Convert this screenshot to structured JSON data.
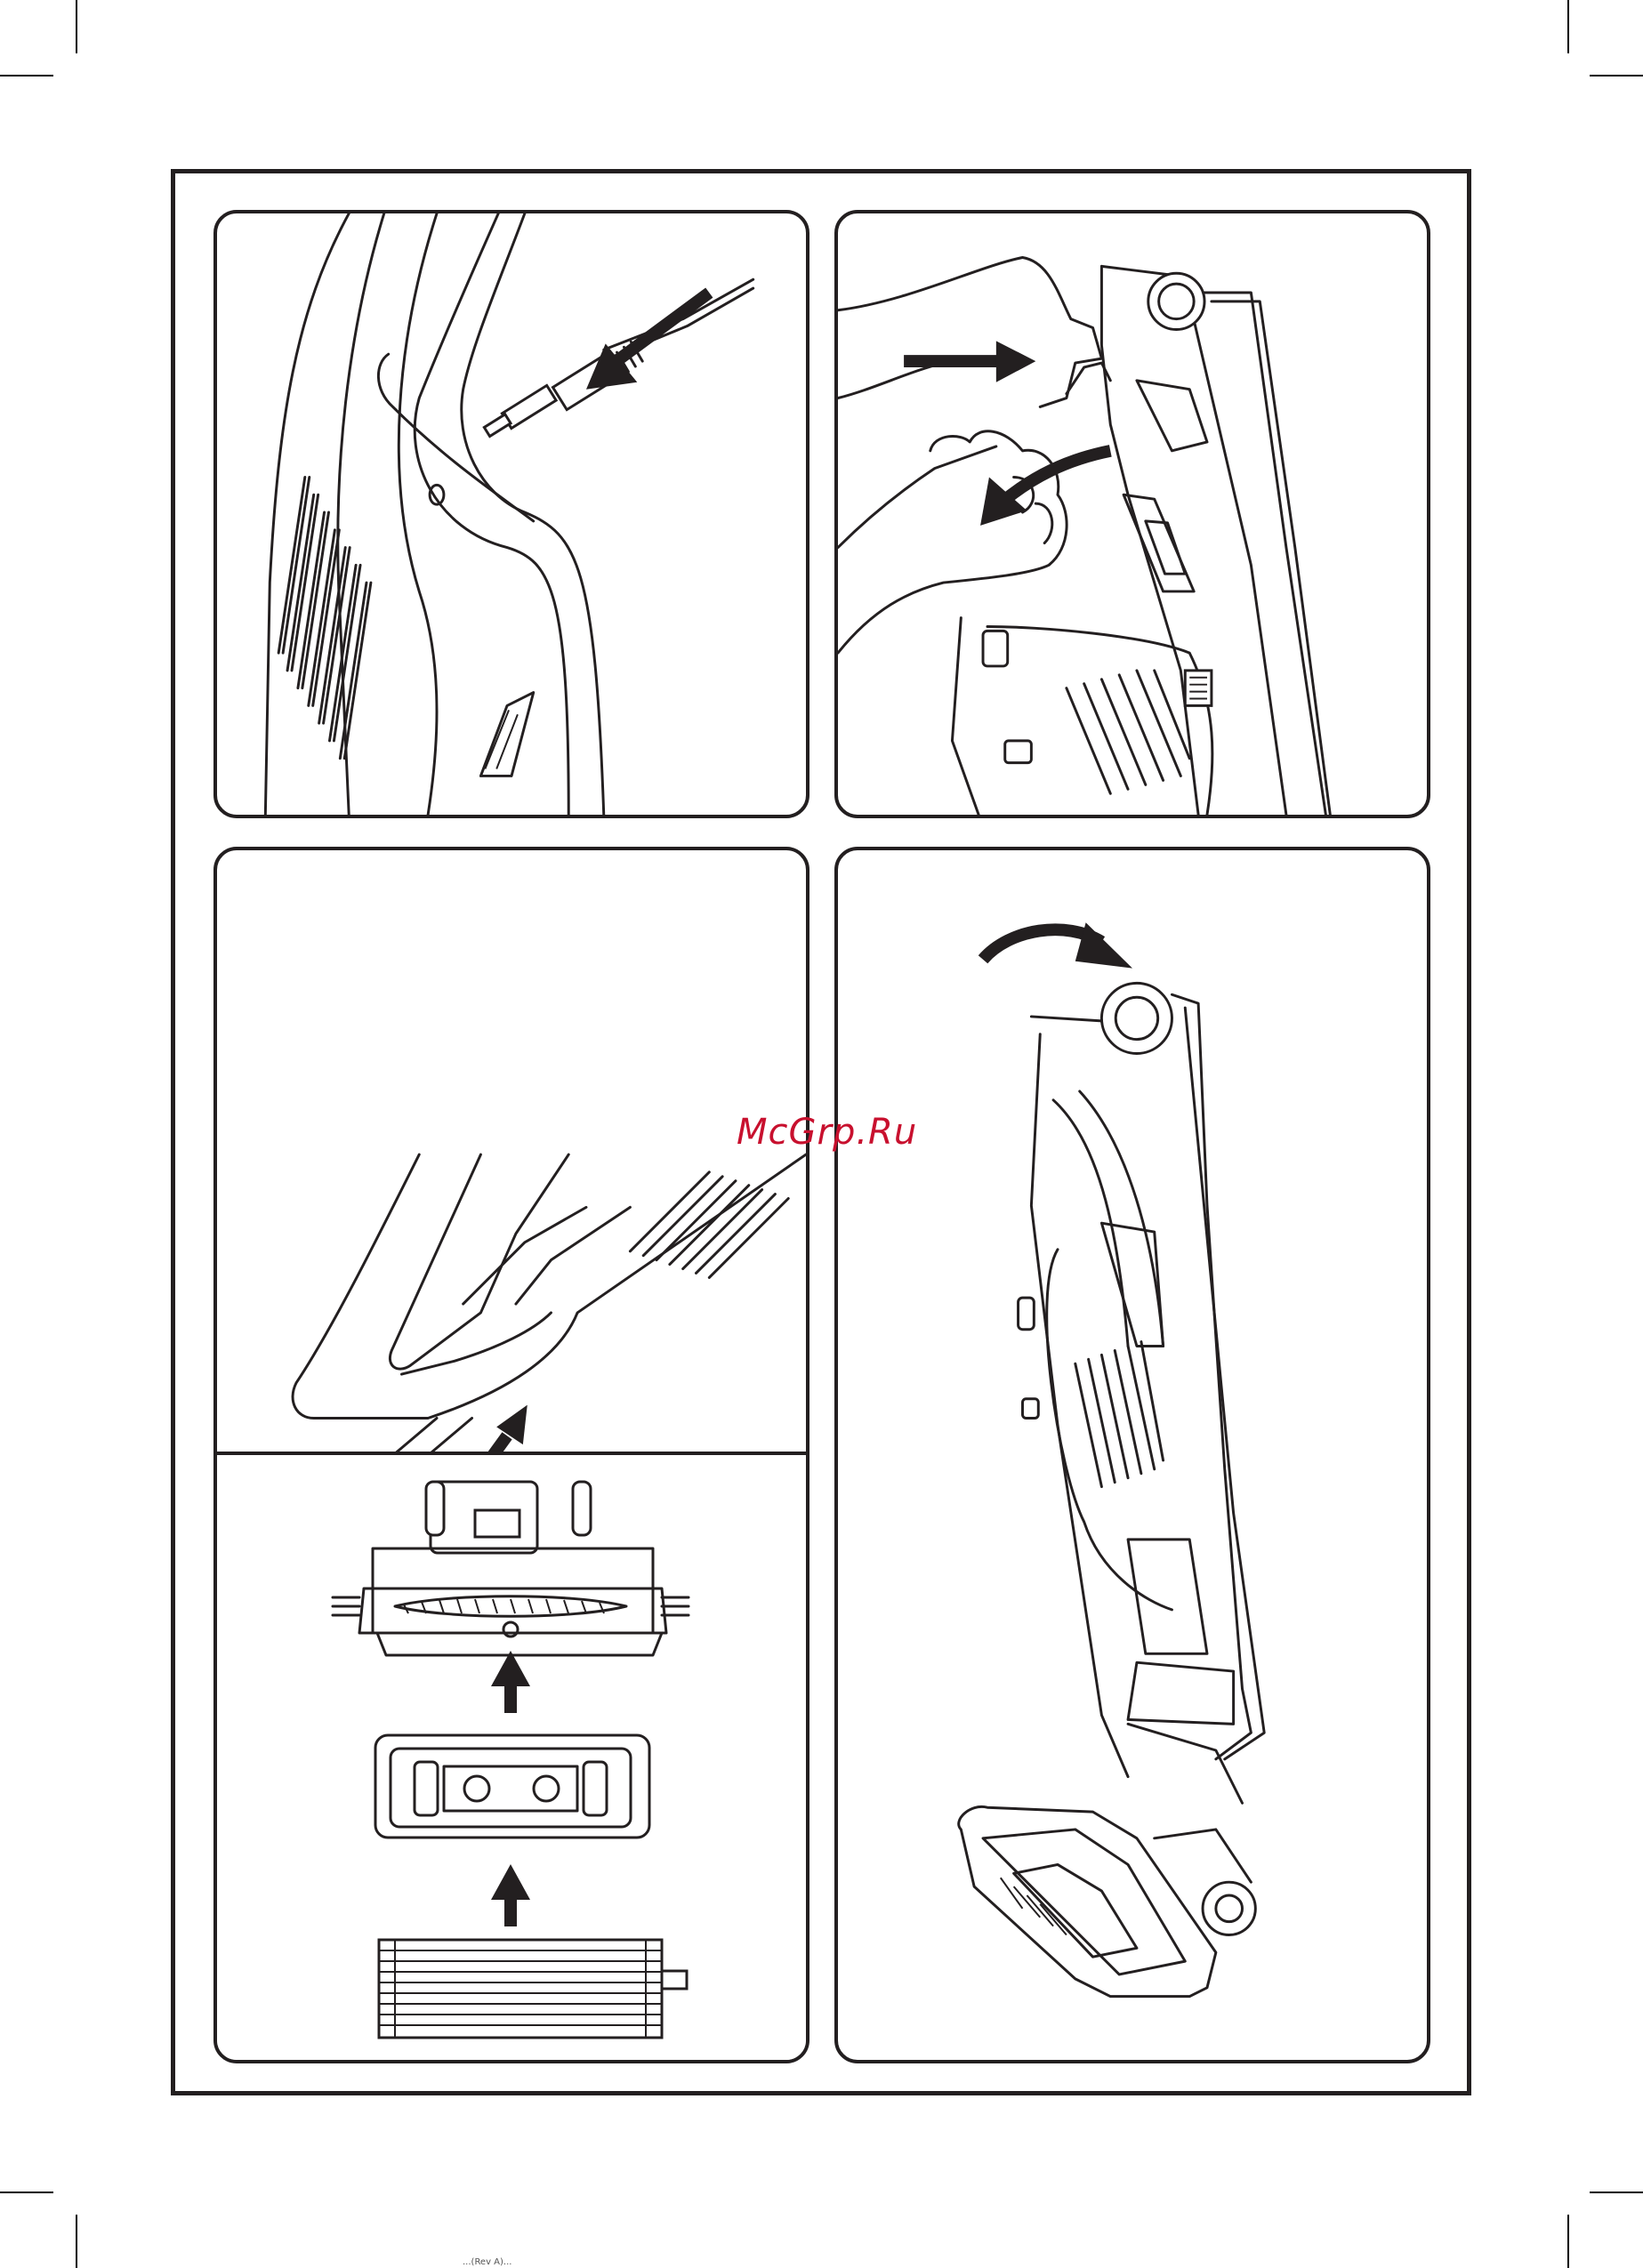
{
  "watermark": {
    "text": "McGrp.Ru",
    "color": "#c8102e"
  },
  "footer": {
    "code": "...(Rev A)..."
  },
  "panels": [
    {
      "name": "panel-charging"
    },
    {
      "name": "panel-detach-handheld"
    },
    {
      "name": "panel-attach-brush"
    },
    {
      "name": "panel-filter-assembly"
    },
    {
      "name": "panel-assemble-upright"
    }
  ],
  "icons": [
    "arrow-icon",
    "curved-arrow-icon",
    "hand-icon",
    "vacuum-icon",
    "charger-plug-icon",
    "brush-tool-icon",
    "floor-head-icon",
    "filter-frame-icon",
    "filter-cartridge-icon"
  ]
}
